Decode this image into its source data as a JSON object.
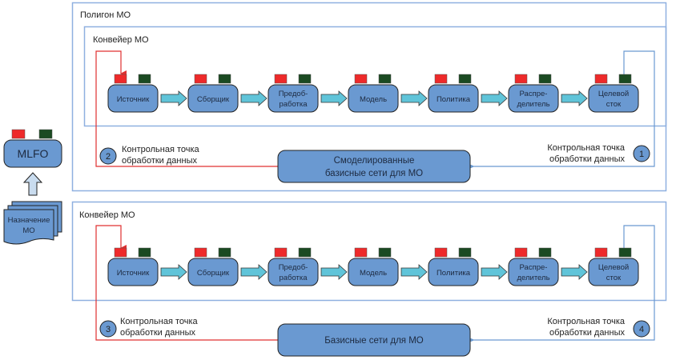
{
  "colors": {
    "node_fill": "#6a99d1",
    "node_stroke": "#222222",
    "red_port": "#ee2a2a",
    "green_port": "#1b4a22",
    "arrow_fill": "#60c4d9",
    "frame_stroke": "#8fb0e0",
    "red_line": "#e03030",
    "blue_line": "#6a99d1"
  },
  "left": {
    "mlfo_label": "MLFO",
    "intent_label_line1": "Назначение",
    "intent_label_line2": "МО"
  },
  "sandbox": {
    "title": "Полигон МО",
    "pipeline_title": "Конвейер МО",
    "nodes": [
      {
        "line1": "Источник",
        "line2": ""
      },
      {
        "line1": "Сборщик",
        "line2": ""
      },
      {
        "line1": "Предоб-",
        "line2": "работка"
      },
      {
        "line1": "Модель",
        "line2": ""
      },
      {
        "line1": "Политика",
        "line2": ""
      },
      {
        "line1": "Распре-",
        "line2": "делитель"
      },
      {
        "line1": "Целевой",
        "line2": "сток"
      }
    ],
    "models_box_line1": "Смоделированные",
    "models_box_line2": "базисные сети для МО",
    "checkpoint_left": {
      "number": "2",
      "line1": "Контрольная точка",
      "line2": "обработки данных"
    },
    "checkpoint_right": {
      "number": "1",
      "line1": "Контрольная точка",
      "line2": "обработки данных"
    }
  },
  "production": {
    "pipeline_title": "Конвейер МО",
    "nodes": [
      {
        "line1": "Источник",
        "line2": ""
      },
      {
        "line1": "Сборщик",
        "line2": ""
      },
      {
        "line1": "Предоб-",
        "line2": "работка"
      },
      {
        "line1": "Модель",
        "line2": ""
      },
      {
        "line1": "Политика",
        "line2": ""
      },
      {
        "line1": "Распре-",
        "line2": "делитель"
      },
      {
        "line1": "Целевой",
        "line2": "сток"
      }
    ],
    "models_box_line1": "Базисные сети для МО",
    "checkpoint_left": {
      "number": "3",
      "line1": "Контрольная точка",
      "line2": "обработки данных"
    },
    "checkpoint_right": {
      "number": "4",
      "line1": "Контрольная точка",
      "line2": "обработки данных"
    }
  }
}
